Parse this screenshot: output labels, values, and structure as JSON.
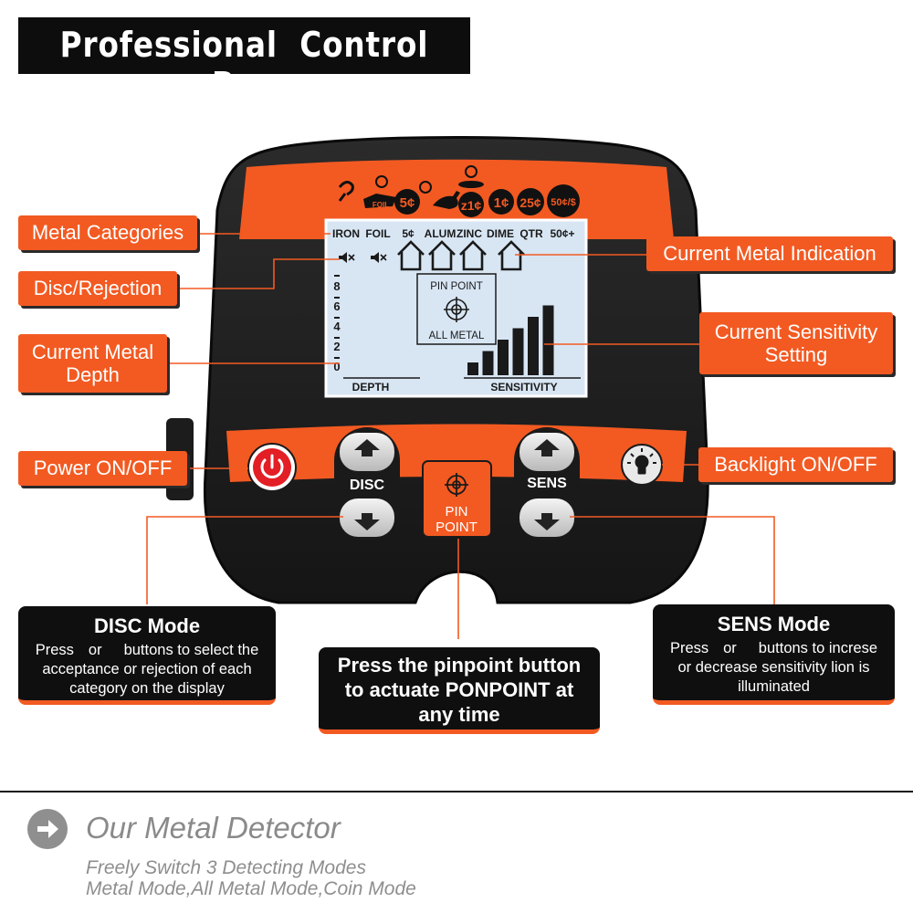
{
  "title": "Professional  Control  Box",
  "coins": {
    "foil": "FOIL",
    "c5": "5¢",
    "zinc": "z1¢",
    "c1": "1¢",
    "c25": "25¢",
    "c50": "50¢/$"
  },
  "lcd": {
    "categories": [
      "IRON",
      "FOIL",
      "5¢",
      "ALUM",
      "ZINC",
      "DIME",
      "QTR",
      "50¢+"
    ],
    "depth_ticks": [
      "8",
      "6",
      "4",
      "2",
      "0"
    ],
    "pinpoint_top": "PIN POINT",
    "pinpoint_bottom": "ALL METAL",
    "depth_label": "DEPTH",
    "sensitivity_label": "SENSITIVITY",
    "sensitivity_level": 6
  },
  "buttons": {
    "disc": "DISC",
    "sens": "SENS",
    "pin_line1": "PIN",
    "pin_line2": "POINT"
  },
  "callouts": {
    "metal_categories": "Metal Categories",
    "disc_rejection": "Disc/Rejection",
    "current_depth": "Current Metal Depth",
    "power": "Power ON/OFF",
    "current_metal": "Current Metal Indication",
    "current_sensitivity": "Current Sensitivity Setting",
    "backlight": "Backlight ON/OFF"
  },
  "disc_mode": {
    "title": "DISC Mode",
    "w_press": "Press",
    "w_or": "or",
    "line1_rest": "buttons to select the",
    "line2": "acceptance or rejection of each",
    "line3": "category on the display"
  },
  "pinpoint_box": {
    "line1": "Press the pinpoint button",
    "line2": "to actuate PONPOINT at",
    "line3": "any time"
  },
  "sens_mode": {
    "title": "SENS Mode",
    "w_press": "Press",
    "w_or": "or",
    "line1_rest": "buttons to increse",
    "line2": "or decrease sensitivity lion is",
    "line3": "illuminated"
  },
  "footer": {
    "title": "Our Metal Detector",
    "line1": "Freely Switch 3 Detecting Modes",
    "line2": "Metal Mode,All Metal Mode,Coin Mode"
  }
}
